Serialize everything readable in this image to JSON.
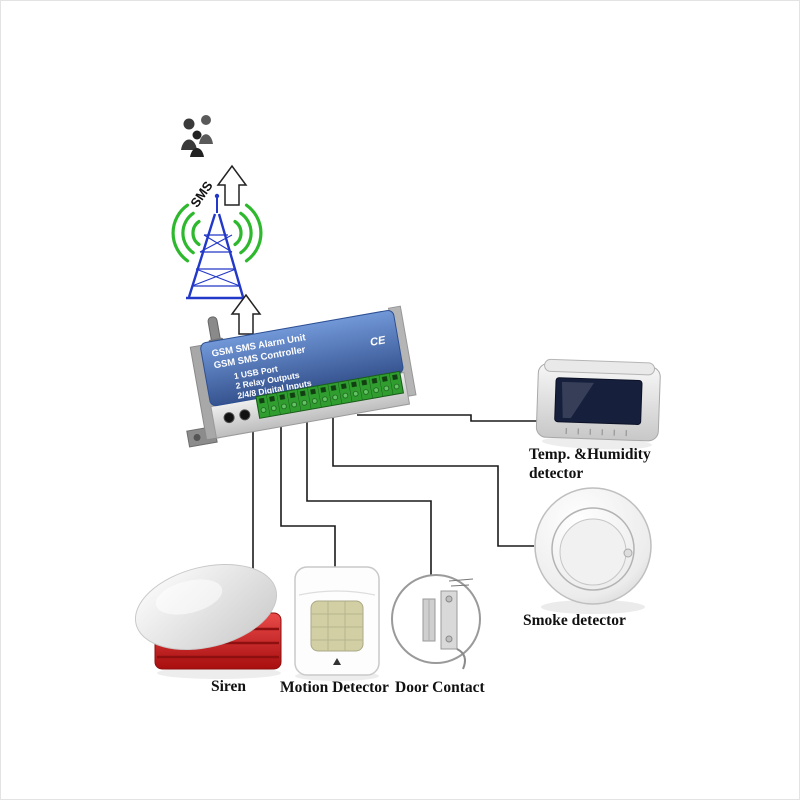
{
  "sms": {
    "label": "SMS"
  },
  "controller": {
    "title_line1": "GSM SMS Alarm Unit",
    "title_line2": "GSM SMS Controller",
    "spec_usb": "1 USB Port",
    "spec_relay": "2 Relay Outputs",
    "spec_inputs": "2/4/8 Digital Inputs",
    "ce_mark": "CE"
  },
  "devices": {
    "temp_humidity": {
      "label_line1": "Temp. &Humidity",
      "label_line2": "detector"
    },
    "smoke": {
      "label": "Smoke detector"
    },
    "siren": {
      "label": "Siren"
    },
    "motion": {
      "label": "Motion Detector"
    },
    "door": {
      "label": "Door Contact"
    }
  },
  "colors": {
    "controller_blue": "#3f66ad",
    "terminal_green": "#2f9e2f",
    "tower_blue": "#2238c8",
    "wave_green": "#2eb82e",
    "siren_red": "#d61f1f"
  }
}
